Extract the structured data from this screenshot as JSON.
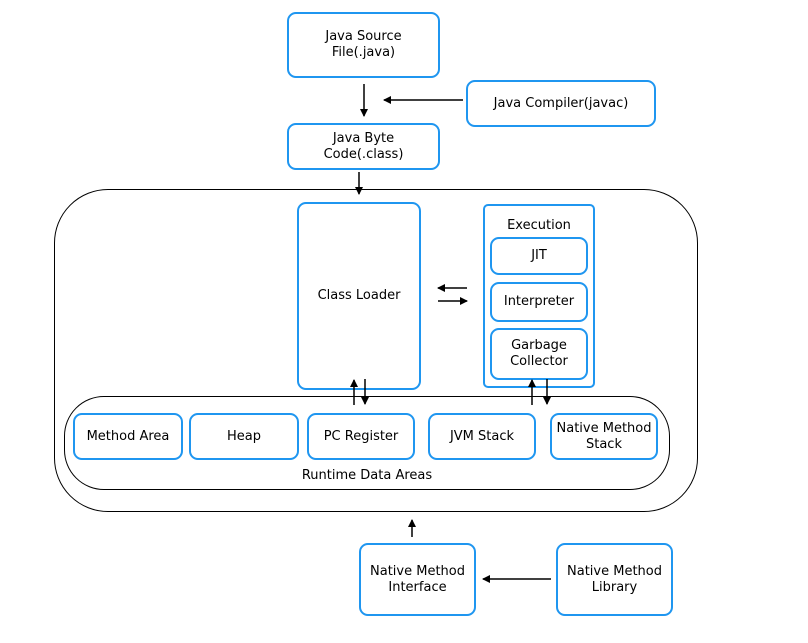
{
  "nodes": {
    "java_source": "Java Source\nFile(.java)",
    "java_compiler": "Java Compiler(javac)",
    "java_byte_code": "Java Byte\nCode(.class)",
    "class_loader": "Class Loader",
    "execution": "Execution",
    "jit": "JIT",
    "interpreter": "Interpreter",
    "garbage_collector": "Garbage\nCollector",
    "method_area": "Method Area",
    "heap": "Heap",
    "pc_register": "PC Register",
    "jvm_stack": "JVM Stack",
    "native_method_stack": "Native Method\nStack",
    "runtime_data_areas": "Runtime Data Areas",
    "native_method_interface": "Native Method\nInterface",
    "native_method_library": "Native Method\nLibrary"
  },
  "colors": {
    "box_border": "#1f96f0",
    "line": "#000000"
  }
}
